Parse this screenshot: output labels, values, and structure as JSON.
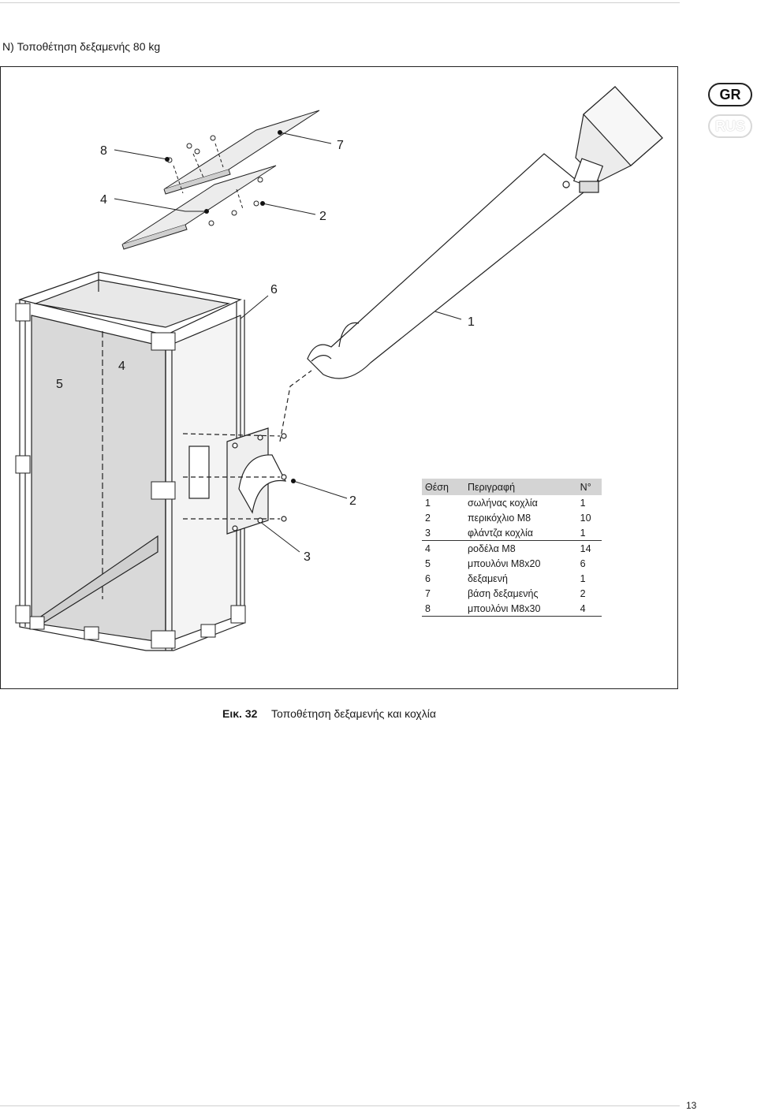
{
  "section": {
    "title": "N)  Τοποθέτηση δεξαμενής 80 kg"
  },
  "languages": {
    "active": "GR",
    "inactive": "RUS"
  },
  "callouts": {
    "c8": "8",
    "c7": "7",
    "c4_top": "4",
    "c2_top": "2",
    "c6": "6",
    "c1": "1",
    "c5": "5",
    "c4_mid": "4",
    "c2_mid": "2",
    "c3": "3"
  },
  "parts_table": {
    "headers": {
      "pos": "Θέση",
      "desc": "Περιγραφή",
      "qty": "N°"
    },
    "rows": [
      {
        "pos": "1",
        "desc": "σωλήνας κοχλία",
        "qty": "1"
      },
      {
        "pos": "2",
        "desc": "περικόχλιο M8",
        "qty": "10"
      },
      {
        "pos": "3",
        "desc": "φλάντζα κοχλία",
        "qty": "1"
      },
      {
        "pos": "4",
        "desc": "ροδέλα M8",
        "qty": "14"
      },
      {
        "pos": "5",
        "desc": "μπουλόνι M8x20",
        "qty": "6"
      },
      {
        "pos": "6",
        "desc": "δεξαμενή",
        "qty": "1"
      },
      {
        "pos": "7",
        "desc": "βάση δεξαμενής",
        "qty": "2"
      },
      {
        "pos": "8",
        "desc": "μπουλόνι M8x30",
        "qty": "4"
      }
    ]
  },
  "caption": {
    "number": "Εικ. 32",
    "text": "Τοποθέτηση δεξαμενής και κοχλία"
  },
  "page_number": "13"
}
